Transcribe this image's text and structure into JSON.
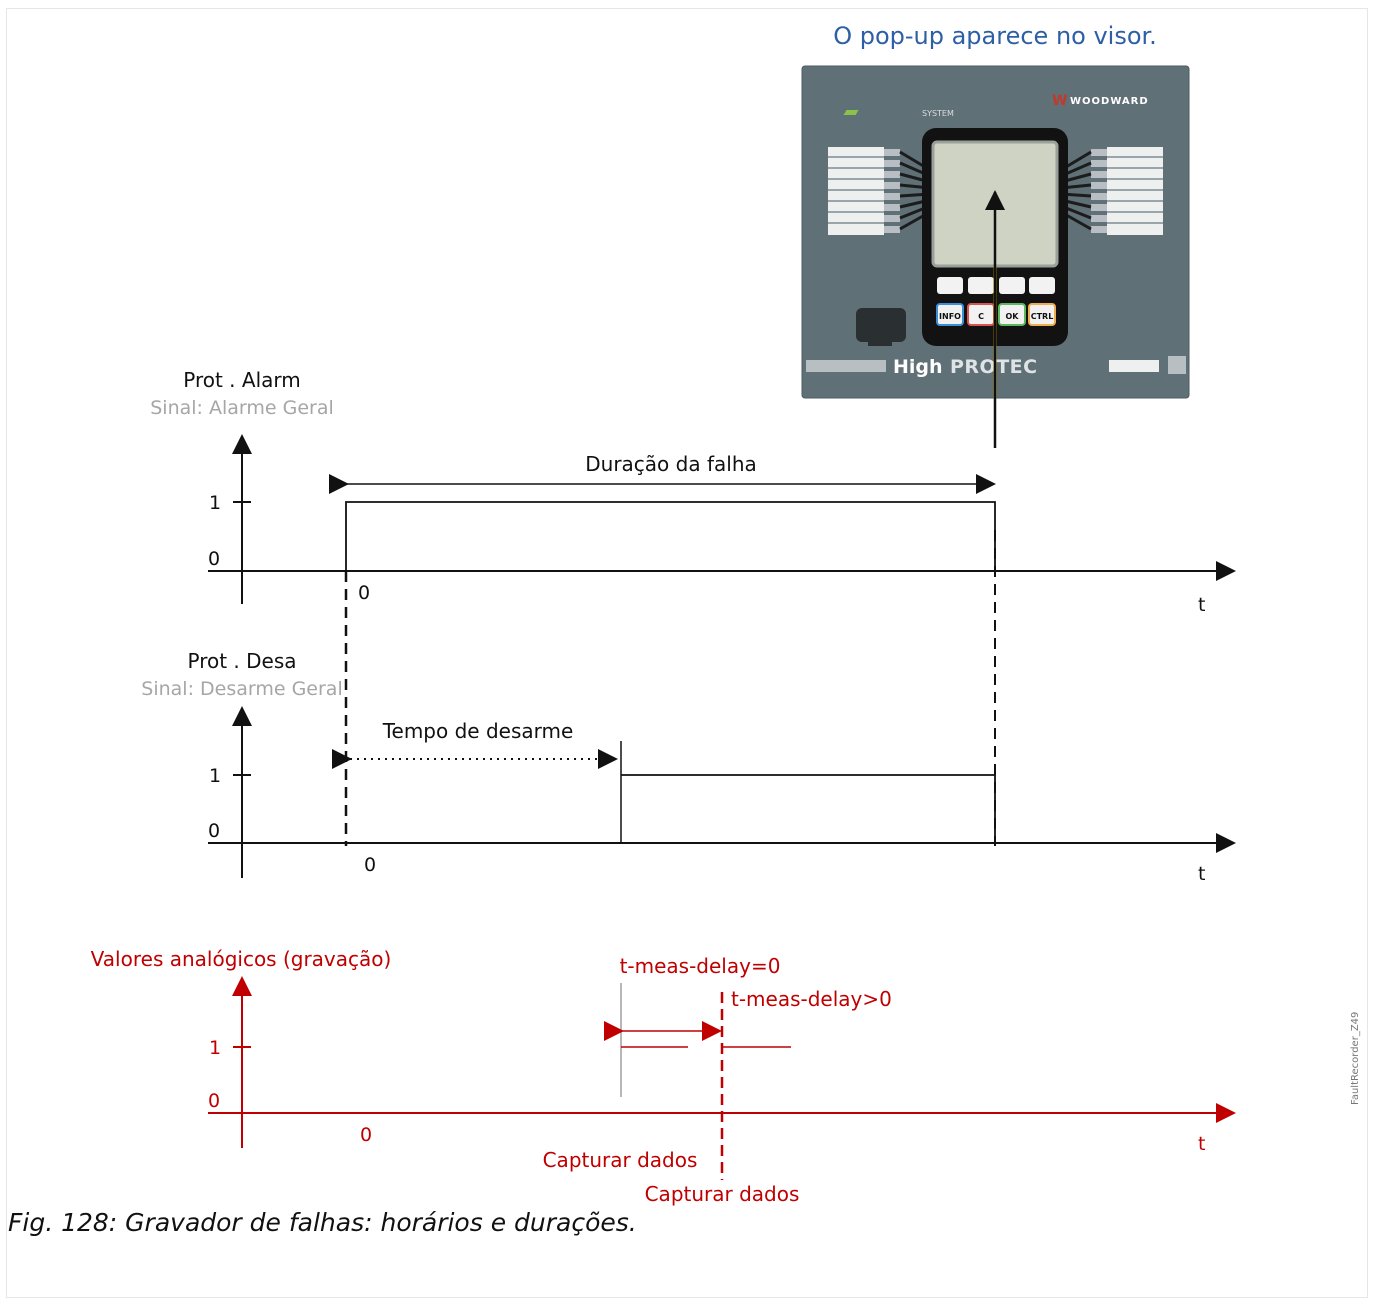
{
  "popup_note": "O pop-up aparece no visor.",
  "device": {
    "brand": "WOODWARD",
    "system_label": "SYSTEM",
    "buttons": [
      "INFO",
      "C",
      "OK",
      "CTRL"
    ],
    "product_high": "High",
    "product_protec": "PROTEC",
    "colors": {
      "panel": "#5f7077",
      "display": "#cfd3c4",
      "accent_line": "#f0b400"
    }
  },
  "plot_alarm": {
    "title": "Prot . Alarm",
    "signal": "Sinal: Alarme Geral",
    "level_1": "1",
    "level_0": "0",
    "time_origin": "0",
    "axis_t": "t",
    "duration_label": "Duração da falha"
  },
  "plot_trip": {
    "title": "Prot . Desa",
    "signal": "Sinal: Desarme Geral",
    "level_1": "1",
    "level_0": "0",
    "time_origin": "0",
    "axis_t": "t",
    "trip_time_label": "Tempo de desarme"
  },
  "plot_analog": {
    "title": "Valores analógicos (gravação)",
    "level_1": "1",
    "level_0": "0",
    "time_origin": "0",
    "axis_t": "t",
    "delay_zero": "t-meas-delay=0",
    "delay_positive": "t-meas-delay>0",
    "capture_1": "Capturar dados",
    "capture_2": "Capturar dados",
    "color": "#c00000"
  },
  "caption": "Fig. 128: Gravador de falhas: horários e durações.",
  "side_tag": "FaultRecorder_Z49"
}
